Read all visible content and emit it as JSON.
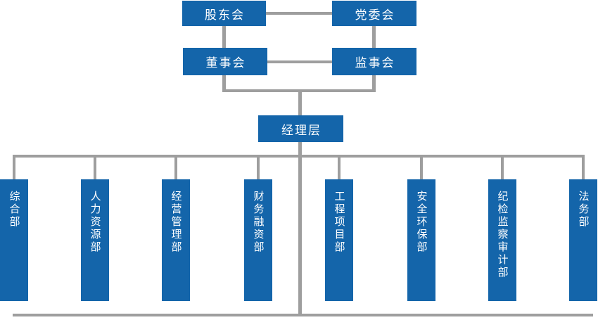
{
  "colors": {
    "node_blue": "#1465aa",
    "connector_gray": "#9e9e9e",
    "background": "#ffffff"
  },
  "org_chart": {
    "nodes": {
      "shareholders": {
        "label": "股东会"
      },
      "party_committee": {
        "label": "党委会"
      },
      "board_of_directors": {
        "label": "董事会"
      },
      "supervisory_board": {
        "label": "监事会"
      },
      "management": {
        "label": "经理层"
      }
    },
    "departments": [
      {
        "label": "综合部"
      },
      {
        "label": "人力资源部"
      },
      {
        "label": "经营管理部"
      },
      {
        "label": "财务融资部"
      },
      {
        "label": "工程项目部"
      },
      {
        "label": "安全环保部"
      },
      {
        "label": "纪检监察审计部"
      },
      {
        "label": "法务部"
      }
    ]
  }
}
